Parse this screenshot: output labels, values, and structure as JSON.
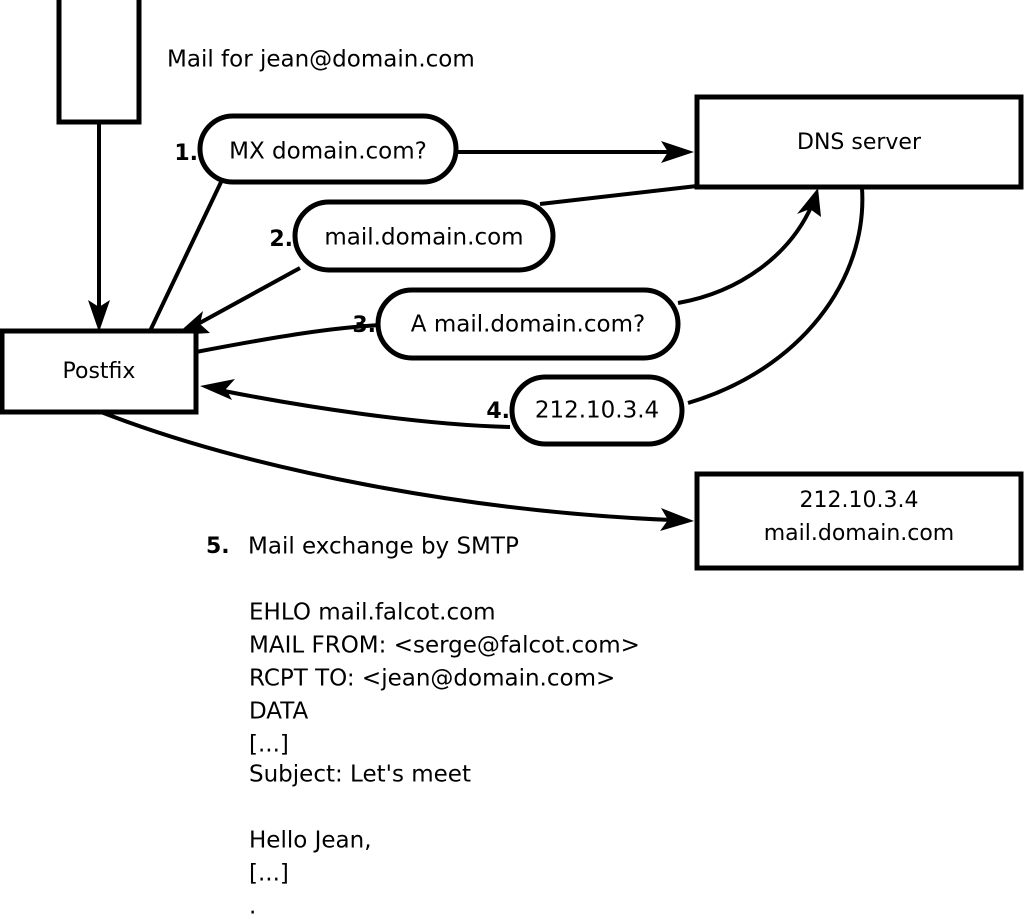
{
  "diagram": {
    "title_text": "Mail for jean@domain.com",
    "nodes": {
      "mail_client": {
        "label": ""
      },
      "postfix": {
        "label": "Postfix"
      },
      "dns_server": {
        "label": "DNS server"
      },
      "remote_server_line1": "212.10.3.4",
      "remote_server_line2": "mail.domain.com"
    },
    "steps": [
      {
        "num": "1.",
        "label": "MX domain.com?"
      },
      {
        "num": "2.",
        "label": "mail.domain.com"
      },
      {
        "num": "3.",
        "label": "A mail.domain.com?"
      },
      {
        "num": "4.",
        "label": "212.10.3.4"
      }
    ],
    "smtp": {
      "step_num": "5.",
      "step_label": "Mail exchange by SMTP",
      "transcript": [
        "EHLO mail.falcot.com",
        "MAIL FROM: <serge@falcot.com>",
        "RCPT TO: <jean@domain.com>",
        "DATA",
        "[...]",
        "Subject: Let's meet",
        "",
        "Hello Jean,",
        "[...]",
        "."
      ]
    },
    "colors": {
      "stroke": "#000000",
      "fill": "#ffffff",
      "background": "#ffffff"
    }
  }
}
